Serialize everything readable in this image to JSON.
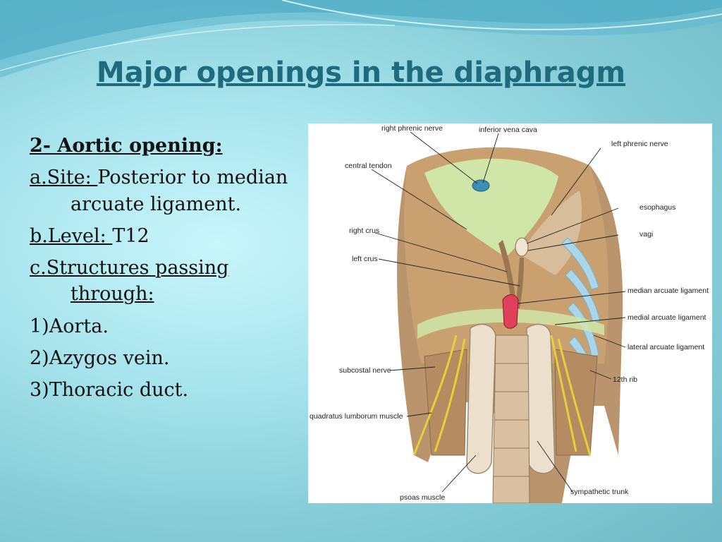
{
  "slide": {
    "title": "Major openings in the diaphragm",
    "heading": "2- Aortic opening:",
    "site_label": "a.Site: ",
    "site_value": "Posterior to median arcuate ligament.",
    "level_label": "b.Level: ",
    "level_value": "T12",
    "structures_label": "c.Structures passing through:",
    "items": [
      "1)Aorta.",
      "2)Azygos vein.",
      "3)Thoracic duct."
    ]
  },
  "figure": {
    "labels": {
      "right_phrenic_nerve": "right phrenic nerve",
      "inferior_vena_cava": "inferior vena cava",
      "left_phrenic_nerve": "left phrenic nerve",
      "central_tendon": "central tendon",
      "esophagus": "esophagus",
      "right_crus": "right crus",
      "vagi": "vagi",
      "left_crus": "left crus",
      "median_arcuate_ligament": "median arcuate ligament",
      "medial_arcuate_ligament": "medial arcuate ligament",
      "lateral_arcuate_ligament": "lateral arcuate ligament",
      "subcostal_nerve": "subcostal nerve",
      "rib_12": "12th rib",
      "quadratus_lumborum_muscle": "quadratus lumborum muscle",
      "psoas_muscle": "psoas muscle",
      "sympathetic_trunk": "sympathetic trunk"
    }
  },
  "colors": {
    "title": "#1f6a7c",
    "muscle": "#c9a070",
    "tendon": "#cfe6a8",
    "aorta": "#e0405a",
    "rib": "#a9d6ea"
  }
}
